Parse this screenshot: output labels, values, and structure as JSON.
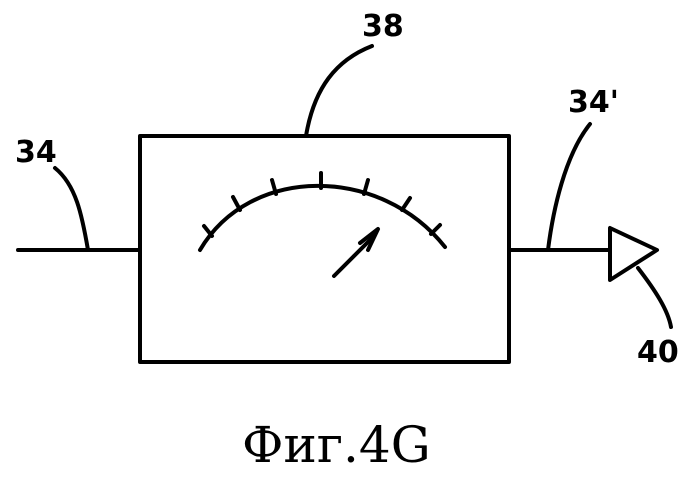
{
  "figure": {
    "caption": "Фиг.4G",
    "labels": {
      "input_line": "34",
      "meter": "38",
      "output_line": "34'",
      "output_terminal": "40"
    }
  }
}
